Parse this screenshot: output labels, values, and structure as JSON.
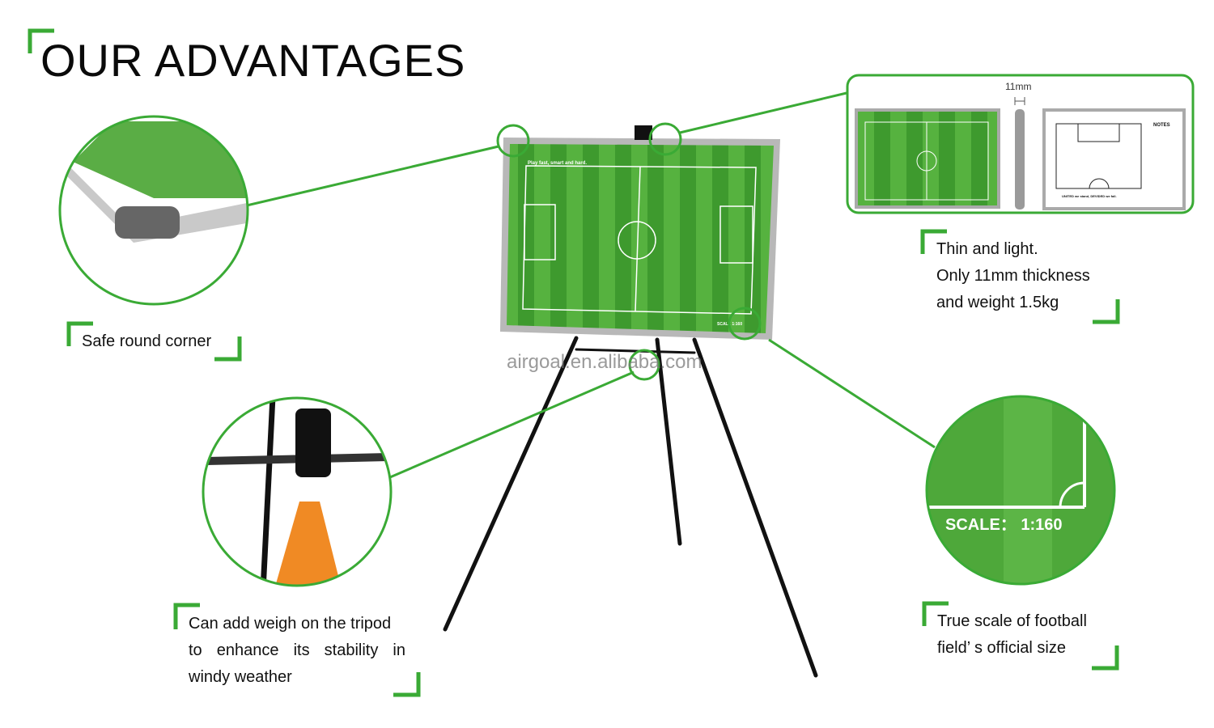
{
  "title": "OUR ADVANTAGES",
  "accent_color": "#3aaa35",
  "watermark": "airgoal.en.alibaba.com",
  "board": {
    "slogan": "Play fast, smart and hard.",
    "scale_label": "SCALE 1:160"
  },
  "thickness_panel": {
    "dimension": "11mm",
    "notes_label": "NOTES",
    "notes_footer": "UNITED we stand, DEVIDED we fall."
  },
  "features": [
    {
      "lines": [
        "Safe round corner"
      ]
    },
    {
      "lines": [
        "Thin and light.",
        "Only 11mm thickness",
        "and weight 1.5kg"
      ]
    },
    {
      "lines": [
        "Can add weigh on the tripod",
        "to  enhance  its  stability  in",
        "windy weather"
      ]
    },
    {
      "lines": [
        "True scale of football",
        "field’ s official size"
      ]
    }
  ],
  "scale_closeup": "SCALE： 1:160"
}
